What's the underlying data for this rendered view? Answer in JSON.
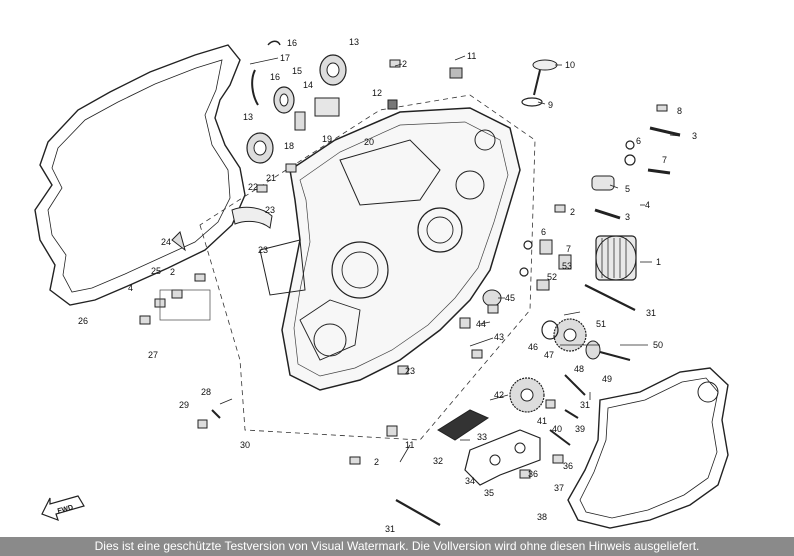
{
  "callouts": [
    "1",
    "2",
    "3",
    "4",
    "5",
    "6",
    "7",
    "8",
    "9",
    "10",
    "11",
    "12",
    "13",
    "14",
    "15",
    "16",
    "17",
    "18",
    "19",
    "20",
    "21",
    "22",
    "23",
    "24",
    "25",
    "26",
    "27",
    "28",
    "29",
    "30",
    "31",
    "32",
    "33",
    "34",
    "35",
    "36",
    "37",
    "38",
    "39",
    "40",
    "41",
    "42",
    "43",
    "44",
    "45",
    "46",
    "47",
    "48",
    "49",
    "50",
    "51",
    "52",
    "53"
  ],
  "direction_marker": "FWD",
  "watermark_notice": "Dies ist eine geschützte Testversion von Visual Watermark. Die Vollversion wird ohne diesen Hinweis ausgeliefert.",
  "colors": {
    "line": "#222222",
    "watermark_bar": "#8a8a8a",
    "background": "#ffffff"
  }
}
